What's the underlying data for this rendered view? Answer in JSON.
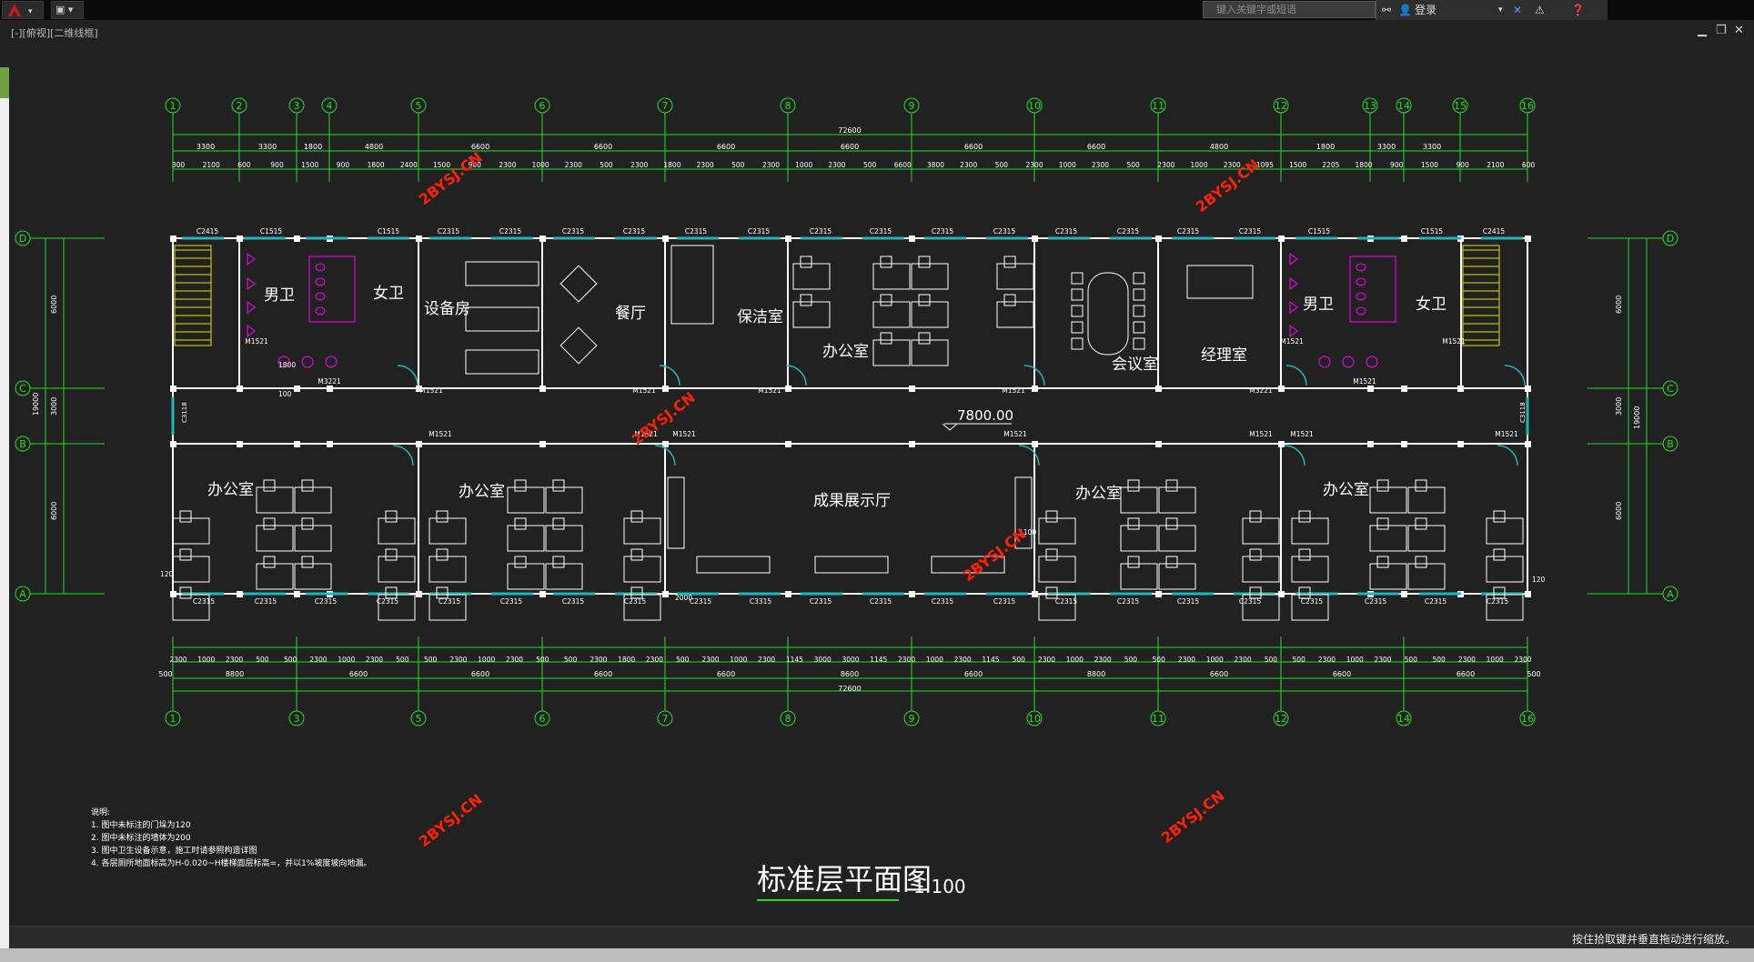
{
  "app": {
    "search_placeholder": "键入关键字或短语",
    "login_label": "登录",
    "viewport_label": "[-][俯视][二维线框]",
    "status_hint": "按住拾取键并垂直拖动进行缩放。"
  },
  "drawing": {
    "title": "标准层平面图",
    "scale": "1:100",
    "level_mark": "7800.00",
    "watermark": "2BYSJ.CN",
    "top_axes": [
      "1",
      "2",
      "3",
      "4",
      "5",
      "6",
      "7",
      "8",
      "9",
      "10",
      "11",
      "12",
      "13",
      "14",
      "15",
      "16"
    ],
    "bottom_axes": [
      "1",
      "3",
      "5",
      "6",
      "7",
      "8",
      "9",
      "10",
      "11",
      "12",
      "14",
      "16"
    ],
    "side_axes": [
      "D",
      "C",
      "B",
      "A"
    ],
    "total_dim": "72600",
    "top_dims_row1": [
      "3300",
      "3300",
      "1800",
      "4800",
      "6600",
      "6600",
      "6600",
      "6600",
      "6600",
      "6600",
      "4800",
      "1800",
      "3300",
      "3300"
    ],
    "top_dims_row2": [
      "300",
      "2100",
      "600",
      "900",
      "1500",
      "900",
      "1800",
      "2400",
      "1500",
      "900",
      "2300",
      "1000",
      "2300",
      "500",
      "2300",
      "1800",
      "2300",
      "500",
      "2300",
      "1000",
      "2300",
      "500",
      "6600",
      "3800",
      "2300",
      "500",
      "2300",
      "1000",
      "2300",
      "500",
      "2300",
      "1000",
      "2300",
      "1095",
      "1500",
      "2205",
      "1800",
      "900",
      "1500",
      "900",
      "2100",
      "600"
    ],
    "bottom_dims_row1": [
      "2300",
      "1000",
      "2300",
      "500",
      "500",
      "2300",
      "1000",
      "2300",
      "500",
      "500",
      "2300",
      "1000",
      "2300",
      "500",
      "500",
      "2300",
      "1800",
      "2300",
      "500",
      "2300",
      "1000",
      "2300",
      "1145",
      "3000",
      "3000",
      "1145",
      "2300",
      "1000",
      "2300",
      "1145",
      "500",
      "2300",
      "1000",
      "2300",
      "500",
      "500",
      "2300",
      "1000",
      "2300",
      "500",
      "500",
      "2300",
      "1000",
      "2300",
      "500",
      "500",
      "2300",
      "1000",
      "2300"
    ],
    "bottom_dims_row2": [
      "500",
      "8800",
      "6600",
      "6600",
      "6600",
      "6600",
      "8600",
      "6600",
      "8800",
      "6600",
      "6600",
      "6600",
      "500"
    ],
    "side_dims_left": [
      "6000",
      "3000",
      "19000",
      "6000"
    ],
    "side_dims_right": [
      "6000",
      "3000",
      "19000",
      "6000"
    ],
    "rooms": {
      "mens_wc": "男卫",
      "womens_wc": "女卫",
      "equipment": "设备房",
      "dining": "餐厅",
      "cleaning": "保洁室",
      "office": "办公室",
      "meeting": "会议室",
      "manager": "经理室",
      "exhibition": "成果展示厅"
    },
    "windows_top": [
      "C2415",
      "C1515",
      "C1515",
      "C2315",
      "C2315",
      "C2315",
      "C2315",
      "C2315",
      "C2315",
      "C2315",
      "C2315",
      "C2315",
      "C2315",
      "C2315",
      "C2315",
      "C2315",
      "C2315",
      "C1515",
      "C1515",
      "C2415"
    ],
    "windows_bottom": [
      "C2315",
      "C2315",
      "C2315",
      "C2315",
      "C2315",
      "C2315",
      "C2315",
      "C2315",
      "C2315",
      "C3315",
      "C2315",
      "C2315",
      "C2315",
      "C2315",
      "C2315",
      "C2315",
      "C2315",
      "C2315",
      "C2315",
      "C2315",
      "C2315",
      "C2315"
    ],
    "doors": [
      "M1521",
      "M3221",
      "M1521",
      "M1521",
      "M1521",
      "M1521",
      "M1521",
      "M1521",
      "M1521",
      "M1521",
      "M3221",
      "M1521",
      "M1521",
      "M1521",
      "M1521",
      "M1521",
      "M1521"
    ],
    "side_windows": [
      "C3118",
      "C3118"
    ],
    "misc_dims": [
      "120",
      "1800",
      "100",
      "1100",
      "2000"
    ],
    "notes": {
      "heading": "说明:",
      "items": [
        "1. 图中未标注的门垛为120",
        "2. 图中未标注的墙体为200",
        "3. 图中卫生设备示意，施工时请参照构造详图",
        "4. 各层厕所地面标高为H-0.020~H楼梯面层标高=，并以1%坡度坡向地漏。"
      ]
    }
  },
  "colors": {
    "background": "#212121",
    "dim": "#22dd22",
    "wall": "#ffffff",
    "window": "#1fb5b5",
    "fixture": "#ff00ff",
    "stair": "#e8e000",
    "watermark": "#ff2200"
  }
}
